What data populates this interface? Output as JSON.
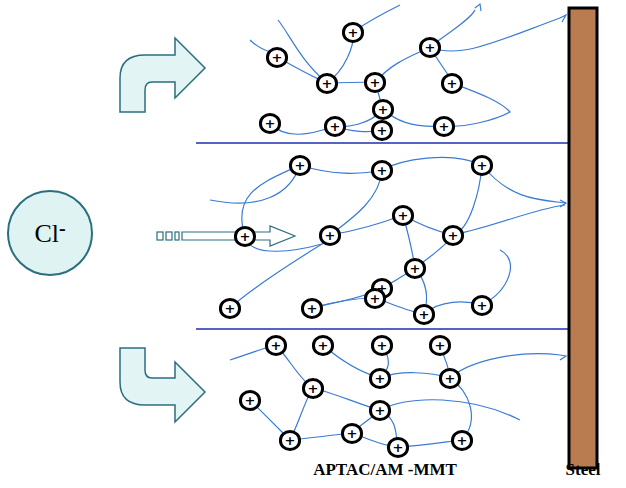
{
  "diagram": {
    "nodes": [
      {
        "text": [
          "Cl",
          "-"
        ]
      },
      {
        "text": [
          "+"
        ]
      },
      {
        "text": [
          "+"
        ]
      },
      {
        "text": [
          "+"
        ]
      },
      {
        "text": [
          "+"
        ]
      },
      {
        "text": [
          "+"
        ]
      },
      {
        "text": [
          "+"
        ]
      },
      {
        "text": [
          "+"
        ]
      },
      {
        "text": [
          "+"
        ]
      },
      {
        "text": [
          "+"
        ]
      },
      {
        "text": [
          "+"
        ]
      },
      {
        "text": [
          "+"
        ]
      },
      {
        "text": [
          "+"
        ]
      },
      {
        "text": [
          "+"
        ]
      },
      {
        "text": [
          "+"
        ]
      },
      {
        "text": [
          "+"
        ]
      },
      {
        "text": [
          "+"
        ]
      },
      {
        "text": [
          "+"
        ]
      },
      {
        "text": [
          "+"
        ]
      },
      {
        "text": [
          "+"
        ]
      },
      {
        "text": [
          "+"
        ]
      },
      {
        "text": [
          "+"
        ]
      },
      {
        "text": [
          "+"
        ]
      },
      {
        "text": [
          "+"
        ]
      },
      {
        "text": [
          "+"
        ]
      },
      {
        "text": [
          "+"
        ]
      },
      {
        "text": [
          "+"
        ]
      },
      {
        "text": [
          "+"
        ]
      },
      {
        "text": [
          "+"
        ]
      },
      {
        "text": [
          "+"
        ]
      },
      {
        "text": [
          "+"
        ]
      },
      {
        "text": [
          "+"
        ]
      },
      {
        "text": [
          "+"
        ]
      },
      {
        "text": [
          "+"
        ]
      },
      {
        "text": [
          "+"
        ]
      },
      {
        "text": [
          "+"
        ]
      },
      {
        "text": [
          "+"
        ]
      },
      {
        "text": [
          "+"
        ]
      },
      {
        "text": [
          "+"
        ]
      }
    ],
    "labels": [
      "APTAC/AM -MMT",
      "Steel"
    ]
  }
}
